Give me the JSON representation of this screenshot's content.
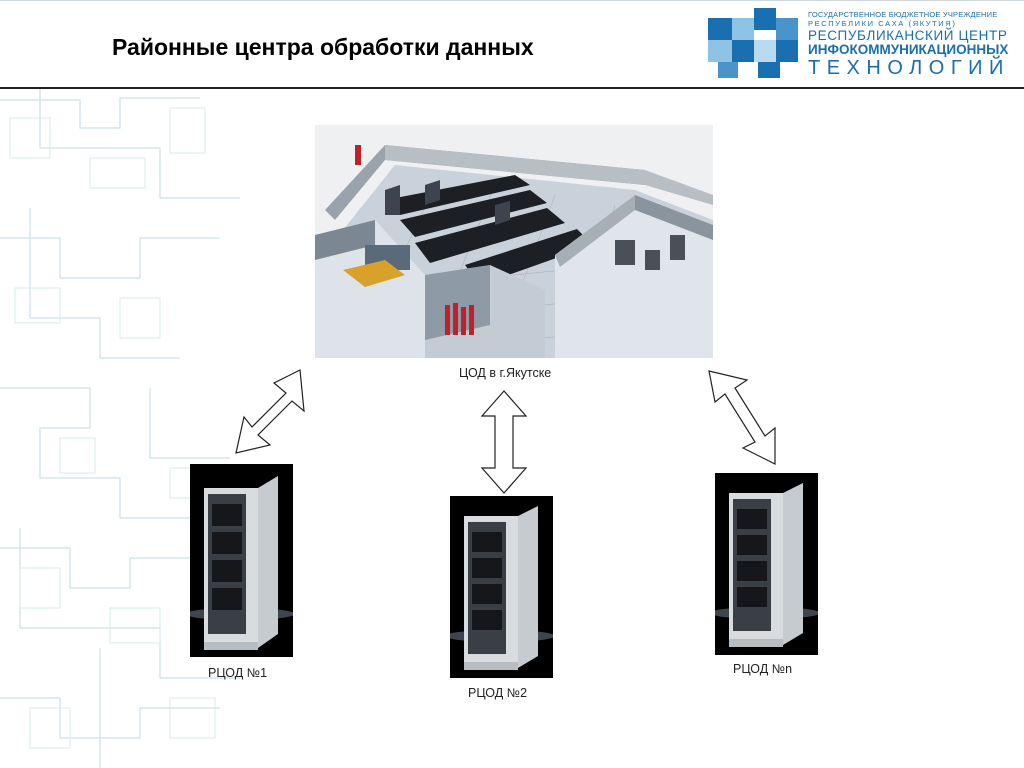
{
  "slide": {
    "title": "Районные центра обработки данных"
  },
  "logo": {
    "line1": "ГОСУДАРСТВЕННОЕ БЮДЖЕТНОЕ УЧРЕЖДЕНИЕ",
    "line2": "РЕСПУБЛИКИ САХА (ЯКУТИЯ)",
    "line3": "РЕСПУБЛИКАНСКИЙ ЦЕНТР",
    "line4": "ИНФОКОММУНИКАЦИОННЫХ",
    "line5": "ТЕХНОЛОГИЙ",
    "color": "#1a6fb0"
  },
  "diagram": {
    "main_node": "ЦОД в г.Якутске",
    "nodes": [
      {
        "label": "РЦОД №1"
      },
      {
        "label": "РЦОД №2"
      },
      {
        "label": "РЦОД №n"
      }
    ]
  }
}
